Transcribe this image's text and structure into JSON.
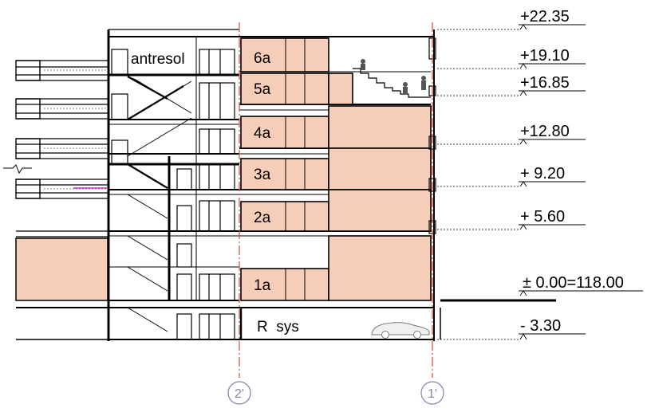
{
  "section": {
    "level_marks": [
      {
        "label": "+22.35"
      },
      {
        "label": "+19.10"
      },
      {
        "label": "+16.85"
      },
      {
        "label": "+12.80"
      },
      {
        "label": "+ 9.20"
      },
      {
        "label": "+ 5.60"
      },
      {
        "label": "± 0.00=118.00"
      },
      {
        "label": "- 3.30"
      }
    ],
    "room_labels": [
      {
        "label": "6a"
      },
      {
        "label": "5a"
      },
      {
        "label": "4a"
      },
      {
        "label": "3a"
      },
      {
        "label": "2a"
      },
      {
        "label": "1a"
      }
    ],
    "mezzanine_label": "antresol",
    "basement_label": "R  sys",
    "grid_axes": [
      {
        "label": "2'"
      },
      {
        "label": "1'"
      }
    ]
  },
  "colors": {
    "fill": "#f5cdb8",
    "line": "#000000",
    "axis": "#d9534f",
    "axis_text": "#8b7fa8",
    "accent": "#cc33cc"
  }
}
